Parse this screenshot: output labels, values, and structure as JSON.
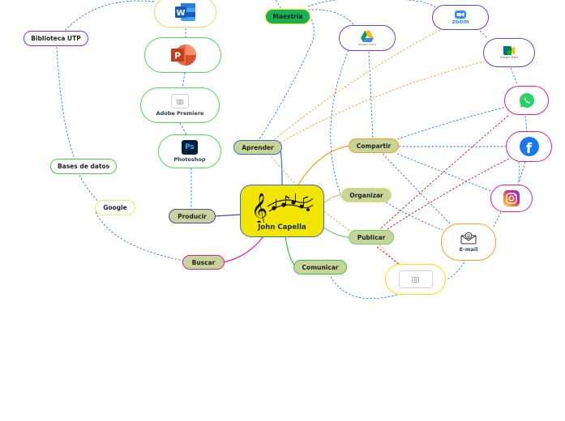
{
  "center": {
    "label": "John Capella"
  },
  "main_topics": {
    "aprender": "Aprender",
    "compartir": "Compartir",
    "organizar": "Organizar",
    "publicar": "Publicar",
    "comunicar": "Comunicar",
    "buscar": "Buscar",
    "producir": "Producir",
    "maestria": "Maestría"
  },
  "subtopics": {
    "biblioteca": "Biblioteca UTP",
    "bases_datos": "Bases de datos",
    "google": "Google",
    "adobe_premiere": "Adobe Premiere",
    "photoshop": "Photoshop",
    "email": "E-mail",
    "zoom": "zoom",
    "google_meet": "Google Meet",
    "google_drive": "Google Drive"
  },
  "icons": [
    "word-icon",
    "powerpoint-icon",
    "adobe-premiere-image-placeholder",
    "photoshop-icon",
    "google-drive-icon",
    "zoom-icon",
    "google-meet-icon",
    "whatsapp-icon",
    "facebook-icon",
    "instagram-icon",
    "email-icon",
    "camera-placeholder-icon",
    "music-notes-image"
  ],
  "colors": {
    "center_fill": "#f2e600",
    "center_border": "#2f6fd0",
    "topic_fill": "#c8d59a",
    "maestria_fill": "#16b05a",
    "blue_connector": "#2c7be0",
    "orange_connector": "#f4a21c",
    "red_connector": "#c0102a"
  }
}
